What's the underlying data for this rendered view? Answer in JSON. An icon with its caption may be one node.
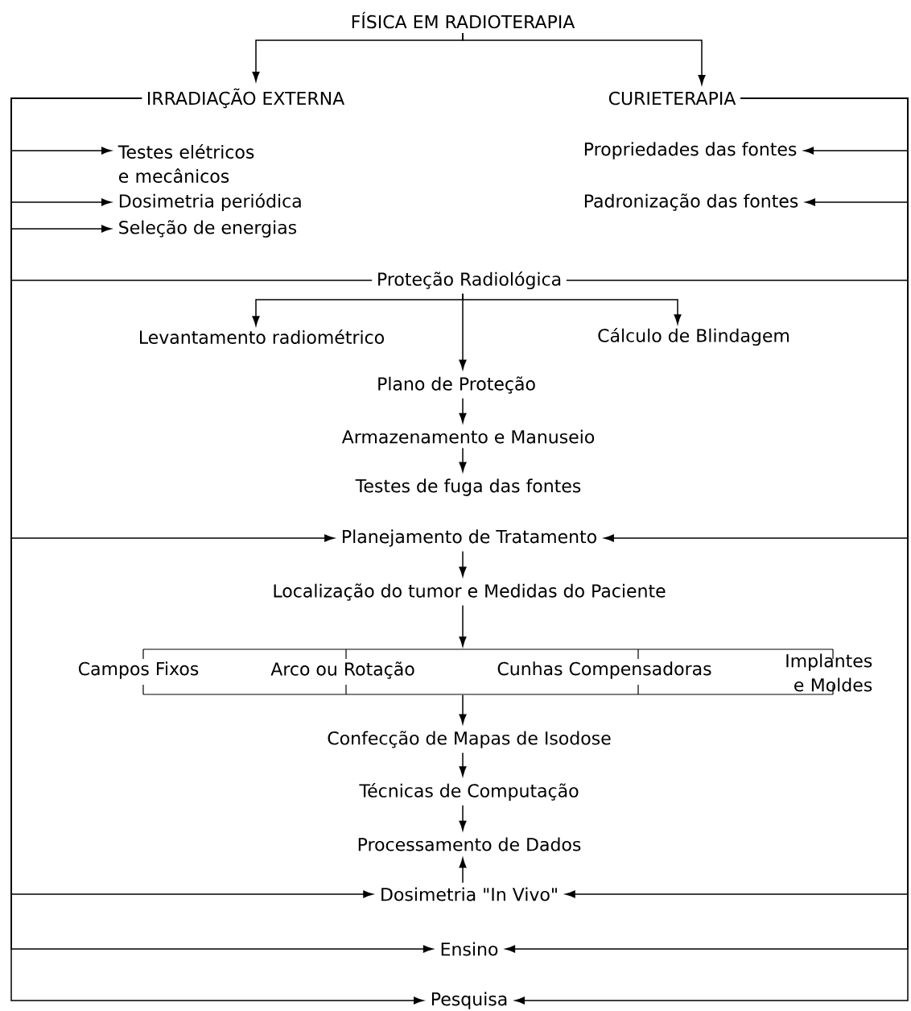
{
  "diagram": {
    "nodes": [
      {
        "text": [
          "FÍSICA EM RADIOTERAPIA"
        ]
      },
      {
        "text": [
          "IRRADIAÇÃO EXTERNA"
        ]
      },
      {
        "text": [
          "CURIETERAPIA"
        ]
      },
      {
        "text": [
          "Testes elétricos e mecânicos"
        ]
      },
      {
        "text": [
          "Dosimetria periódica"
        ]
      },
      {
        "text": [
          "Seleção de energias"
        ]
      },
      {
        "text": [
          "Propriedades das fontes"
        ]
      },
      {
        "text": [
          "Padronização das fontes"
        ]
      },
      {
        "text": [
          "Proteção Radiológica"
        ]
      },
      {
        "text": [
          "Levantamento radiométrico"
        ]
      },
      {
        "text": [
          "Cálculo de Blindagem"
        ]
      },
      {
        "text": [
          "Plano de Proteção"
        ]
      },
      {
        "text": [
          "Armazenamento e Manuseio"
        ]
      },
      {
        "text": [
          "Testes de fuga das fontes"
        ]
      },
      {
        "text": [
          "Planejamento de Tratamento"
        ]
      },
      {
        "text": [
          "Localização do tumor e Medidas do Paciente"
        ]
      },
      {
        "text": [],
        "shape": "box"
      },
      {
        "text": [
          "Campos Fixos"
        ]
      },
      {
        "text": [
          "Arco ou Rotação"
        ],
        "in": 16
      },
      {
        "text": [
          "Cunhas Compensadoras"
        ],
        "in": 16
      },
      {
        "text": [
          "Implantes e Moldes"
        ]
      },
      {
        "text": [
          "Confecção de Mapas de Isodose"
        ]
      },
      {
        "text": [
          "Técnicas de Computação"
        ]
      },
      {
        "text": [
          "Processamento de Dados"
        ]
      },
      {
        "text": [
          "Dosimetria \"In Vivo\""
        ]
      },
      {
        "text": [
          "Ensino"
        ]
      },
      {
        "text": [
          "Pesquisa"
        ]
      }
    ],
    "edges": [
      {
        "from": 0,
        "to": 1,
        "arrow": "to"
      },
      {
        "from": 0,
        "to": 2,
        "arrow": "to"
      },
      {
        "from": 1,
        "to": 3,
        "arrow": "to"
      },
      {
        "from": 1,
        "to": 4,
        "arrow": "to"
      },
      {
        "from": 1,
        "to": 5,
        "arrow": "to"
      },
      {
        "from": 1,
        "to": 8,
        "arrow": "none"
      },
      {
        "from": 1,
        "to": 14,
        "arrow": "to"
      },
      {
        "from": 1,
        "to": 24,
        "arrow": "to"
      },
      {
        "from": 1,
        "to": 25,
        "arrow": "to"
      },
      {
        "from": 1,
        "to": 26,
        "arrow": "to"
      },
      {
        "from": 2,
        "to": 6,
        "arrow": "to"
      },
      {
        "from": 2,
        "to": 7,
        "arrow": "to"
      },
      {
        "from": 2,
        "to": 8,
        "arrow": "none"
      },
      {
        "from": 2,
        "to": 14,
        "arrow": "to"
      },
      {
        "from": 2,
        "to": 24,
        "arrow": "to"
      },
      {
        "from": 2,
        "to": 25,
        "arrow": "to"
      },
      {
        "from": 2,
        "to": 26,
        "arrow": "to"
      },
      {
        "from": 8,
        "to": 9,
        "arrow": "to"
      },
      {
        "from": 8,
        "to": 10,
        "arrow": "to"
      },
      {
        "from": 8,
        "to": 11,
        "arrow": "to"
      },
      {
        "from": 11,
        "to": 12,
        "arrow": "to"
      },
      {
        "from": 12,
        "to": 13,
        "arrow": "to"
      },
      {
        "from": 14,
        "to": 15,
        "arrow": "to"
      },
      {
        "from": 15,
        "to": 16,
        "arrow": "to"
      },
      {
        "from": 16,
        "to": 21,
        "arrow": "to"
      },
      {
        "from": 21,
        "to": 22,
        "arrow": "to"
      },
      {
        "from": 22,
        "to": 23,
        "arrow": "to"
      },
      {
        "from": 24,
        "to": 23,
        "arrow": "to"
      }
    ]
  }
}
